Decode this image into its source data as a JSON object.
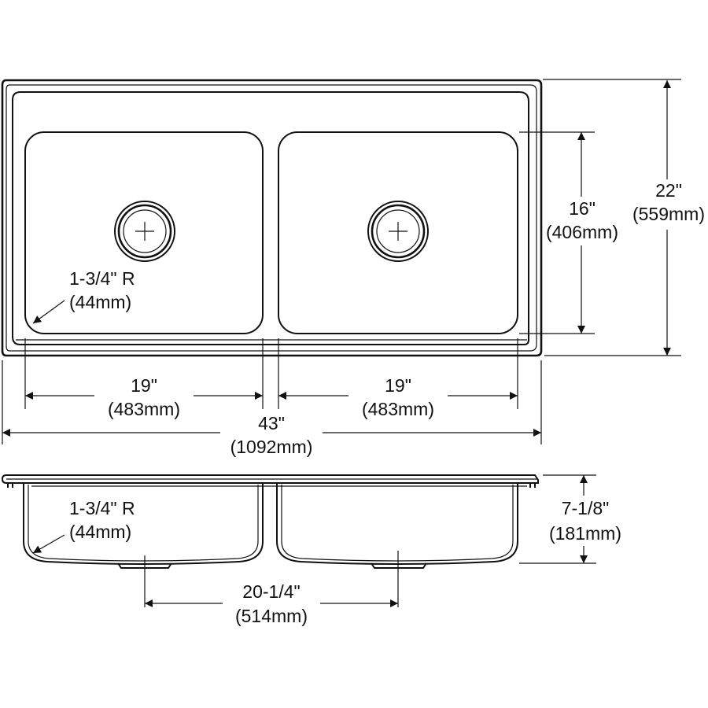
{
  "top_view": {
    "overall_width": {
      "imperial": "43\"",
      "metric": "(1092mm)"
    },
    "overall_depth": {
      "imperial": "22\"",
      "metric": "(559mm)"
    },
    "bowl_depth_front_back": {
      "imperial": "16\"",
      "metric": "(406mm)"
    },
    "left_bowl_width": {
      "imperial": "19\"",
      "metric": "(483mm)"
    },
    "right_bowl_width": {
      "imperial": "19\"",
      "metric": "(483mm)"
    },
    "corner_radius": {
      "imperial": "1-3/4\" R",
      "metric": "(44mm)"
    }
  },
  "side_view": {
    "bowl_height": {
      "imperial": "7-1/8\"",
      "metric": "(181mm)"
    },
    "drain_spacing": {
      "imperial": "20-1/4\"",
      "metric": "(514mm)"
    },
    "corner_radius": {
      "imperial": "1-3/4\" R",
      "metric": "(44mm)"
    }
  }
}
